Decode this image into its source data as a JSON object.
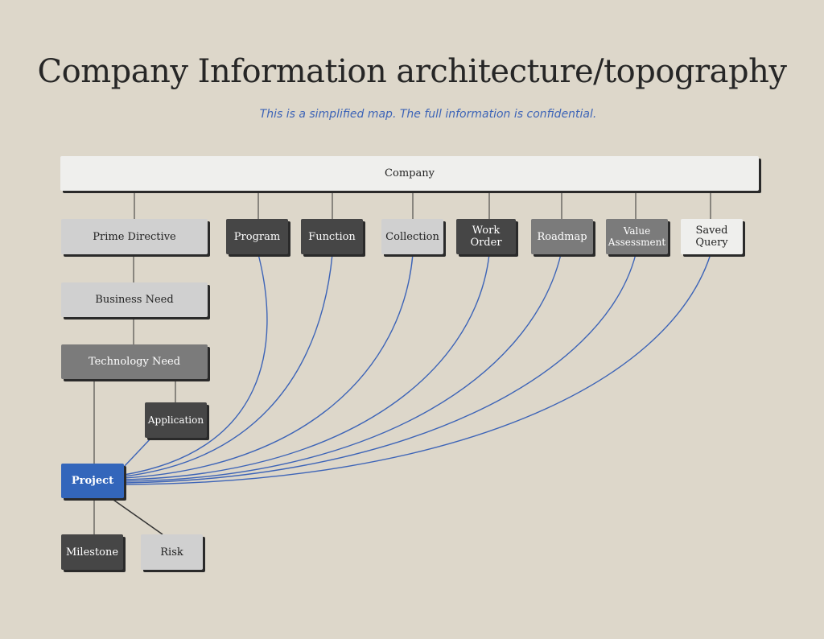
{
  "title": "Company Information architecture/topography",
  "subtitle": "This is a simplified map. The full information is confidential.",
  "nodes": {
    "company": "Company",
    "prime_directive": "Prime Directive",
    "program": "Program",
    "function": "Function",
    "collection": "Collection",
    "work_order": "Work Order",
    "roadmap": "Roadmap",
    "value_assessment": "Value Assessment",
    "saved_query": "Saved Query",
    "business_need": "Business Need",
    "technology_need": "Technology Need",
    "application": "Application",
    "project": "Project",
    "milestone": "Milestone",
    "risk": "Risk"
  },
  "colors": {
    "background": "#ddd7ca",
    "link_blue": "#3d64b7",
    "project_blue": "#3366bb",
    "dark_box": "#464646",
    "mid_box": "#7b7b7b",
    "light_box": "#d0d0d0"
  }
}
